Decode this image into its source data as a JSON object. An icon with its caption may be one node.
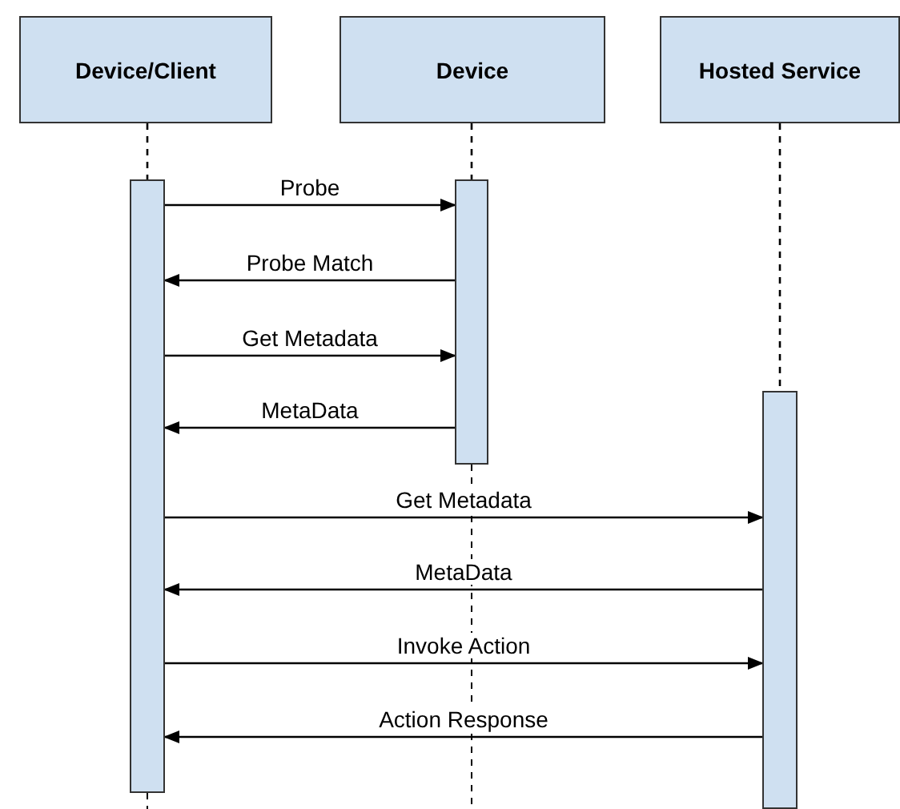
{
  "diagram": {
    "nodes": [
      {
        "text": [
          "Device/Client"
        ]
      },
      {
        "text": [
          "Device"
        ]
      },
      {
        "text": [
          "Hosted Service"
        ]
      },
      {
        "text": [],
        "shape": "bar"
      },
      {
        "text": [],
        "shape": "bar"
      },
      {
        "text": [],
        "shape": "bar"
      }
    ],
    "edges": [
      {
        "from": 0,
        "to": 3,
        "arrow": "none",
        "style": "dashed"
      },
      {
        "from": 1,
        "to": 4,
        "arrow": "none",
        "style": "dashed"
      },
      {
        "from": 2,
        "to": 5,
        "arrow": "none",
        "style": "dashed"
      },
      {
        "from": 3,
        "to": 4,
        "arrow": "to",
        "label": "Probe"
      },
      {
        "from": 4,
        "to": 3,
        "arrow": "to",
        "label": "Probe Match"
      },
      {
        "from": 3,
        "to": 4,
        "arrow": "to",
        "label": "Get Metadata"
      },
      {
        "from": 4,
        "to": 3,
        "arrow": "to",
        "label": "MetaData"
      },
      {
        "from": 3,
        "to": 5,
        "arrow": "to",
        "label": "Get Metadata"
      },
      {
        "from": 5,
        "to": 3,
        "arrow": "to",
        "label": "MetaData"
      },
      {
        "from": 3,
        "to": 5,
        "arrow": "to",
        "label": "Invoke Action"
      },
      {
        "from": 5,
        "to": 3,
        "arrow": "to",
        "label": "Action Response"
      }
    ]
  }
}
